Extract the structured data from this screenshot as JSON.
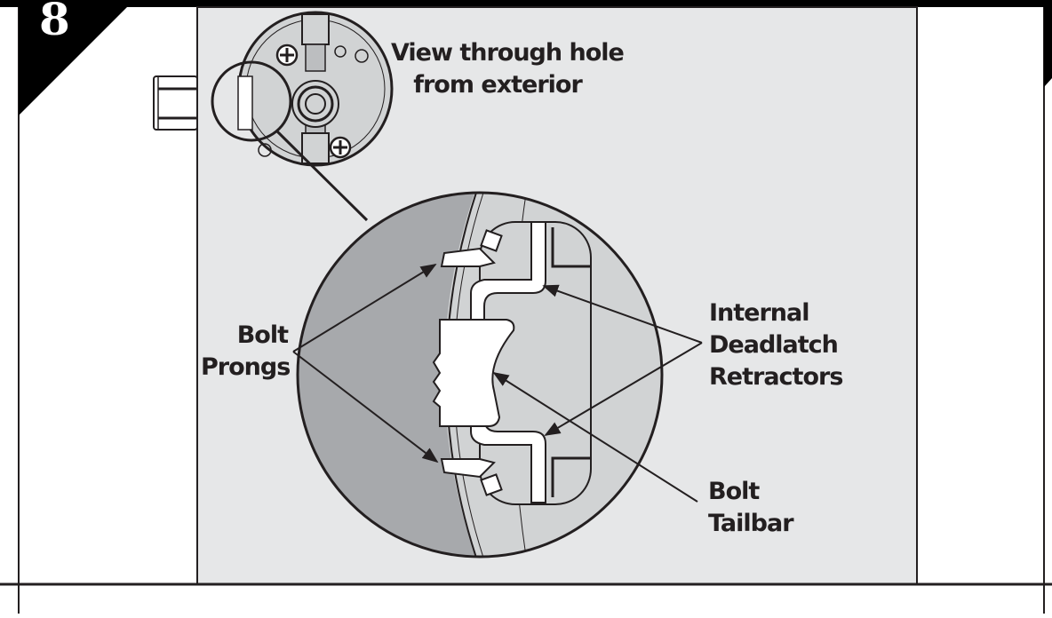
{
  "step": {
    "number": "8"
  },
  "colors": {
    "panel_bg": "#e6e7e8",
    "shadow_gray": "#a7a9ac",
    "mid_gray": "#d1d3d4",
    "line": "#231f20",
    "white": "#ffffff",
    "black": "#000000"
  },
  "labels": {
    "view_caption": {
      "line1": "View through hole",
      "line2": "from exterior"
    },
    "bolt_prongs": {
      "line1": "Bolt",
      "line2": "Prongs"
    },
    "internal_deadlatch_retractors": {
      "line1": "Internal",
      "line2": "Deadlatch",
      "line3": "Retractors"
    },
    "bolt_tailbar": {
      "line1": "Bolt",
      "line2": "Tailbar"
    }
  }
}
